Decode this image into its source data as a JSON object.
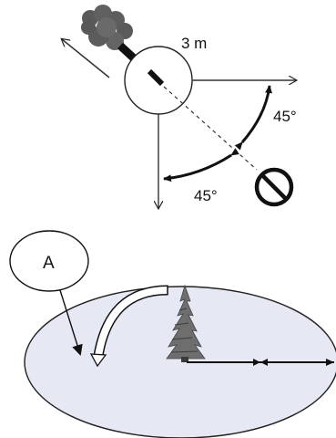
{
  "top_diagram": {
    "distance_label": "3 m",
    "angle_right_label": "45°",
    "angle_bottom_label": "45°",
    "icons": [
      "smoke-cloud-icon",
      "tree-fall-icon",
      "no-entry-icon"
    ]
  },
  "bottom_diagram": {
    "callout_label": "A",
    "icons": [
      "conifer-tree-icon"
    ],
    "colors": {
      "ellipse_fill": "#e6e8f4",
      "outline": "#111111"
    }
  }
}
